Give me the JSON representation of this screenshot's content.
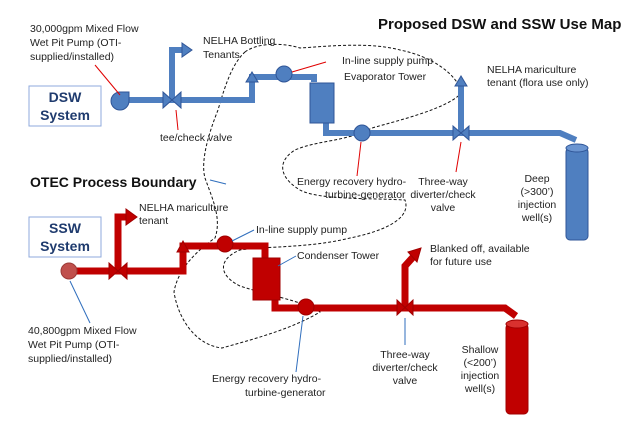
{
  "title": "Proposed DSW and SSW Use Map",
  "boundary_label": "OTEC Process Boundary",
  "dsw": {
    "box_label_1": "DSW",
    "box_label_2": "System",
    "pump_label": [
      "30,000gpm Mixed Flow",
      "Wet Pit Pump (OTI-",
      "supplied/installed)"
    ],
    "tee_label": "tee/check valve",
    "bottling_label": [
      "NELHA Bottling",
      "Tenants"
    ],
    "inline_pump_label": "In-line supply pump",
    "tower_label": "Evaporator Tower",
    "mariculture_label": [
      "NELHA mariculture",
      "tenant (flora use only)"
    ],
    "turbine_label": [
      "Energy recovery hydro-",
      "turbine-generator"
    ],
    "diverter_label": [
      "Three-way",
      "diverter/check",
      "valve"
    ],
    "well_label": [
      "Deep",
      "(>300’)",
      "injection",
      "well(s)"
    ]
  },
  "ssw": {
    "box_label_1": "SSW",
    "box_label_2": "System",
    "pump_label": [
      "40,800gpm Mixed Flow",
      "Wet Pit Pump (OTI-",
      "supplied/installed)"
    ],
    "mariculture_label": [
      "NELHA mariculture",
      "tenant"
    ],
    "inline_pump_label": "In-line supply pump",
    "tower_label": "Condenser Tower",
    "blanked_label": [
      "Blanked off, available",
      "for future use"
    ],
    "turbine_label": [
      "Energy recovery hydro-",
      "turbine-generator"
    ],
    "diverter_label": [
      "Three-way",
      "diverter/check",
      "valve"
    ],
    "well_label": [
      "Shallow",
      "(<200’)",
      "injection",
      "well(s)"
    ]
  },
  "colors": {
    "dsw": "#4f7fc0",
    "ssw": "#c00000",
    "box_border": "#8faadc"
  }
}
